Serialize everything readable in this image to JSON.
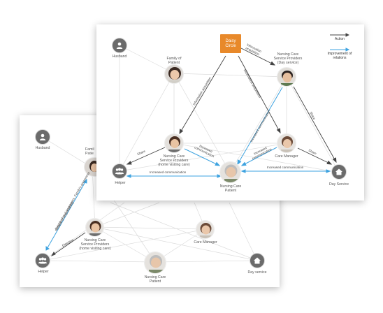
{
  "colors": {
    "action": "#444444",
    "improvement": "#3ea3e0",
    "daisy": "#e8892a",
    "thin_line": "#dcdcdc"
  },
  "icons": {
    "person": "person-icon",
    "group": "group-icon",
    "house": "house-icon"
  },
  "front": {
    "legend_action": "Action",
    "legend_improvement": "Improvement\nof relations",
    "daisy_circle": "Daisy\nCircle",
    "husband": "Husband",
    "family_of_patient": "Family of\nPatient",
    "nursing_day": "Nursing Care\nService Providers\n(Day service)",
    "nursing_home": "Nursing Care\nService Providers\n(home visiting care)",
    "care_manager": "Care Manager",
    "helper": "Helper",
    "patient": "Nursing Care\nPatient",
    "day_service": "Day Service",
    "arrows": {
      "info_acq_diag": "Information acquisition",
      "info_acq_top": "Information\nacquisition",
      "info_acq_right": "Information acquisition",
      "share_left": "Share",
      "increased_mid": "Increased\ncommunication",
      "increased_diag": "Increased communication",
      "increased_right": "Increased\ncommunication",
      "share_right": "Share",
      "share_far_right": "Share",
      "increased_bottom_left": "Increased communication",
      "increased_bottom_right": "Increased communication"
    }
  },
  "back": {
    "husband": "Husband",
    "family_partial": "Famil\nPatie",
    "arrow_neighborhood": "Neighborhood awareness,\nFamily's awareness",
    "arrow_refusal": "Refusal of responsibility",
    "direction": "Direction",
    "nursing_home": "Nursing Care\nService Providers\n(home visiting care)",
    "care_manager": "Care Manager",
    "helper": "Helper",
    "patient": "Nursing Care\nPatient",
    "day_service": "Day service"
  }
}
